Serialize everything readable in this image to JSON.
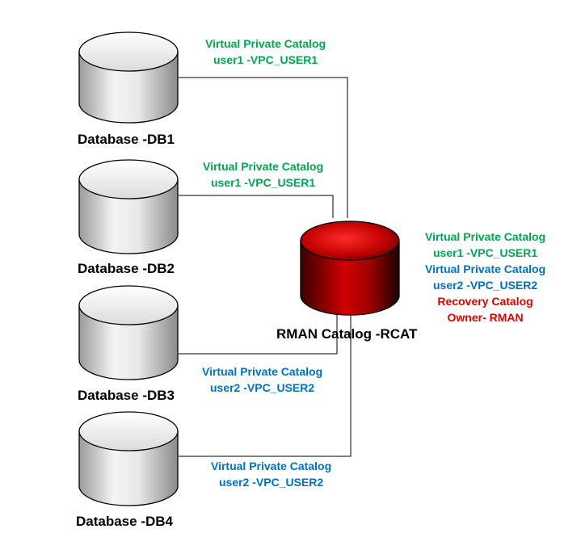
{
  "colors": {
    "green": "#00A651",
    "blue": "#0070C0",
    "red": "#E00000",
    "catalog_body": "#C00000",
    "db_body": "#E6E6E6"
  },
  "databases": [
    {
      "label": "Database -DB1",
      "vpc_line1": "Virtual Private Catalog",
      "vpc_line2": "user1 -VPC_USER1",
      "vpc_color": "green"
    },
    {
      "label": "Database -DB2",
      "vpc_line1": "Virtual Private Catalog",
      "vpc_line2": "user1 -VPC_USER1",
      "vpc_color": "green"
    },
    {
      "label": "Database -DB3",
      "vpc_line1": "Virtual Private Catalog",
      "vpc_line2": "user2 -VPC_USER2",
      "vpc_color": "blue"
    },
    {
      "label": "Database -DB4",
      "vpc_line1": "Virtual Private Catalog",
      "vpc_line2": "user2 -VPC_USER2",
      "vpc_color": "blue"
    }
  ],
  "catalog": {
    "label": "RMAN Catalog -RCAT",
    "notes": [
      {
        "text": "Virtual Private Catalog",
        "color": "green"
      },
      {
        "text": "user1 -VPC_USER1",
        "color": "green"
      },
      {
        "text": "Virtual Private Catalog",
        "color": "blue"
      },
      {
        "text": "user2 -VPC_USER2",
        "color": "blue"
      },
      {
        "text": "Recovery Catalog",
        "color": "red"
      },
      {
        "text": "Owner- RMAN",
        "color": "red"
      }
    ]
  }
}
